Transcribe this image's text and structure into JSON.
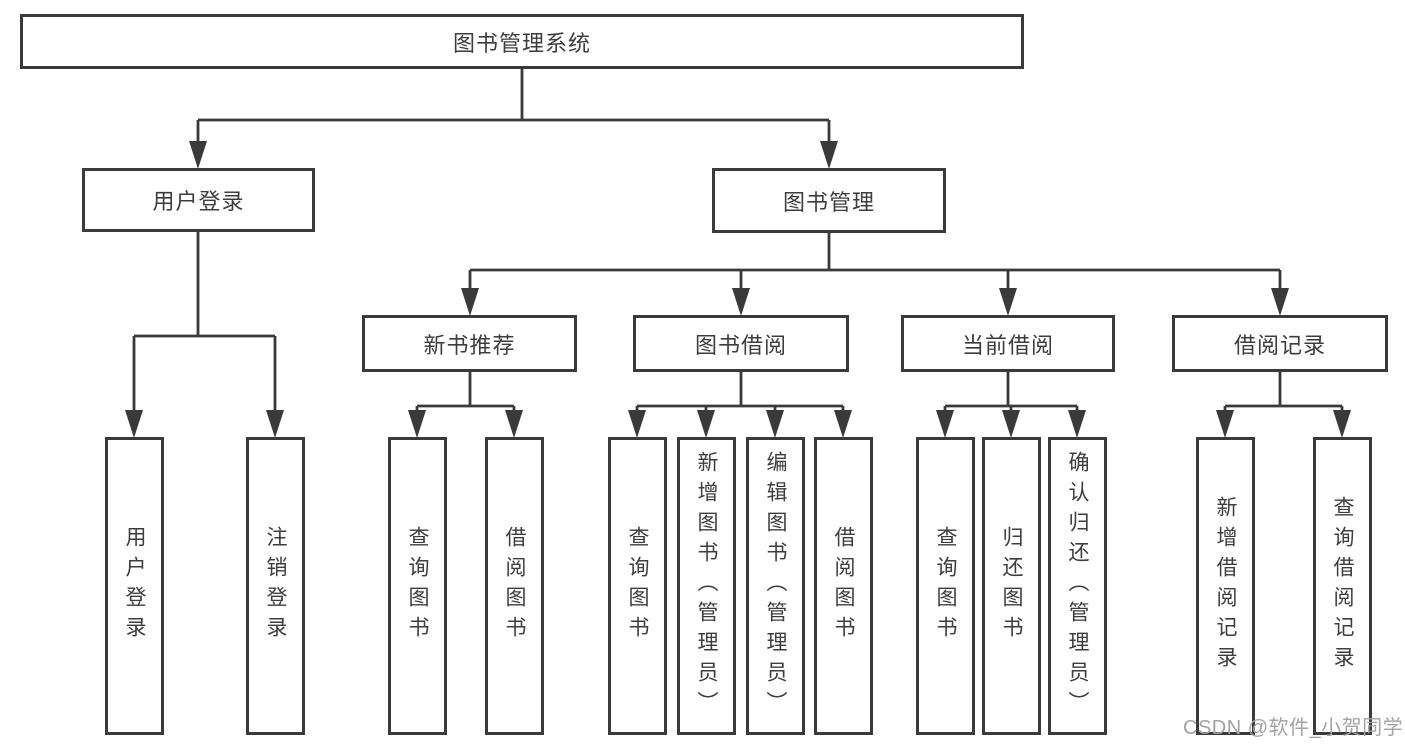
{
  "tree": {
    "root": {
      "label": "图书管理系统"
    },
    "branches": [
      {
        "label": "用户登录",
        "children": [
          {
            "label": "用户登录"
          },
          {
            "label": "注销登录"
          }
        ]
      },
      {
        "label": "图书管理",
        "children": [
          {
            "label": "新书推荐",
            "children": [
              {
                "label": "查询图书"
              },
              {
                "label": "借阅图书"
              }
            ]
          },
          {
            "label": "图书借阅",
            "children": [
              {
                "label": "查询图书"
              },
              {
                "label": "新增图书（管理员）"
              },
              {
                "label": "编辑图书（管理员）"
              },
              {
                "label": "借阅图书"
              }
            ]
          },
          {
            "label": "当前借阅",
            "children": [
              {
                "label": "查询图书"
              },
              {
                "label": "归还图书"
              },
              {
                "label": "确认归还（管理员）"
              }
            ]
          },
          {
            "label": "借阅记录",
            "children": [
              {
                "label": "新增借阅记录"
              },
              {
                "label": "查询借阅记录"
              }
            ]
          }
        ]
      }
    ]
  },
  "watermark": {
    "text": "CSDN @软件_小贺同学"
  },
  "colors": {
    "line": "#3a3a3a",
    "box_border": "#3a3a3a",
    "text": "#3d3d3d",
    "background": "#ffffff",
    "watermark": "#a3a3a3"
  }
}
